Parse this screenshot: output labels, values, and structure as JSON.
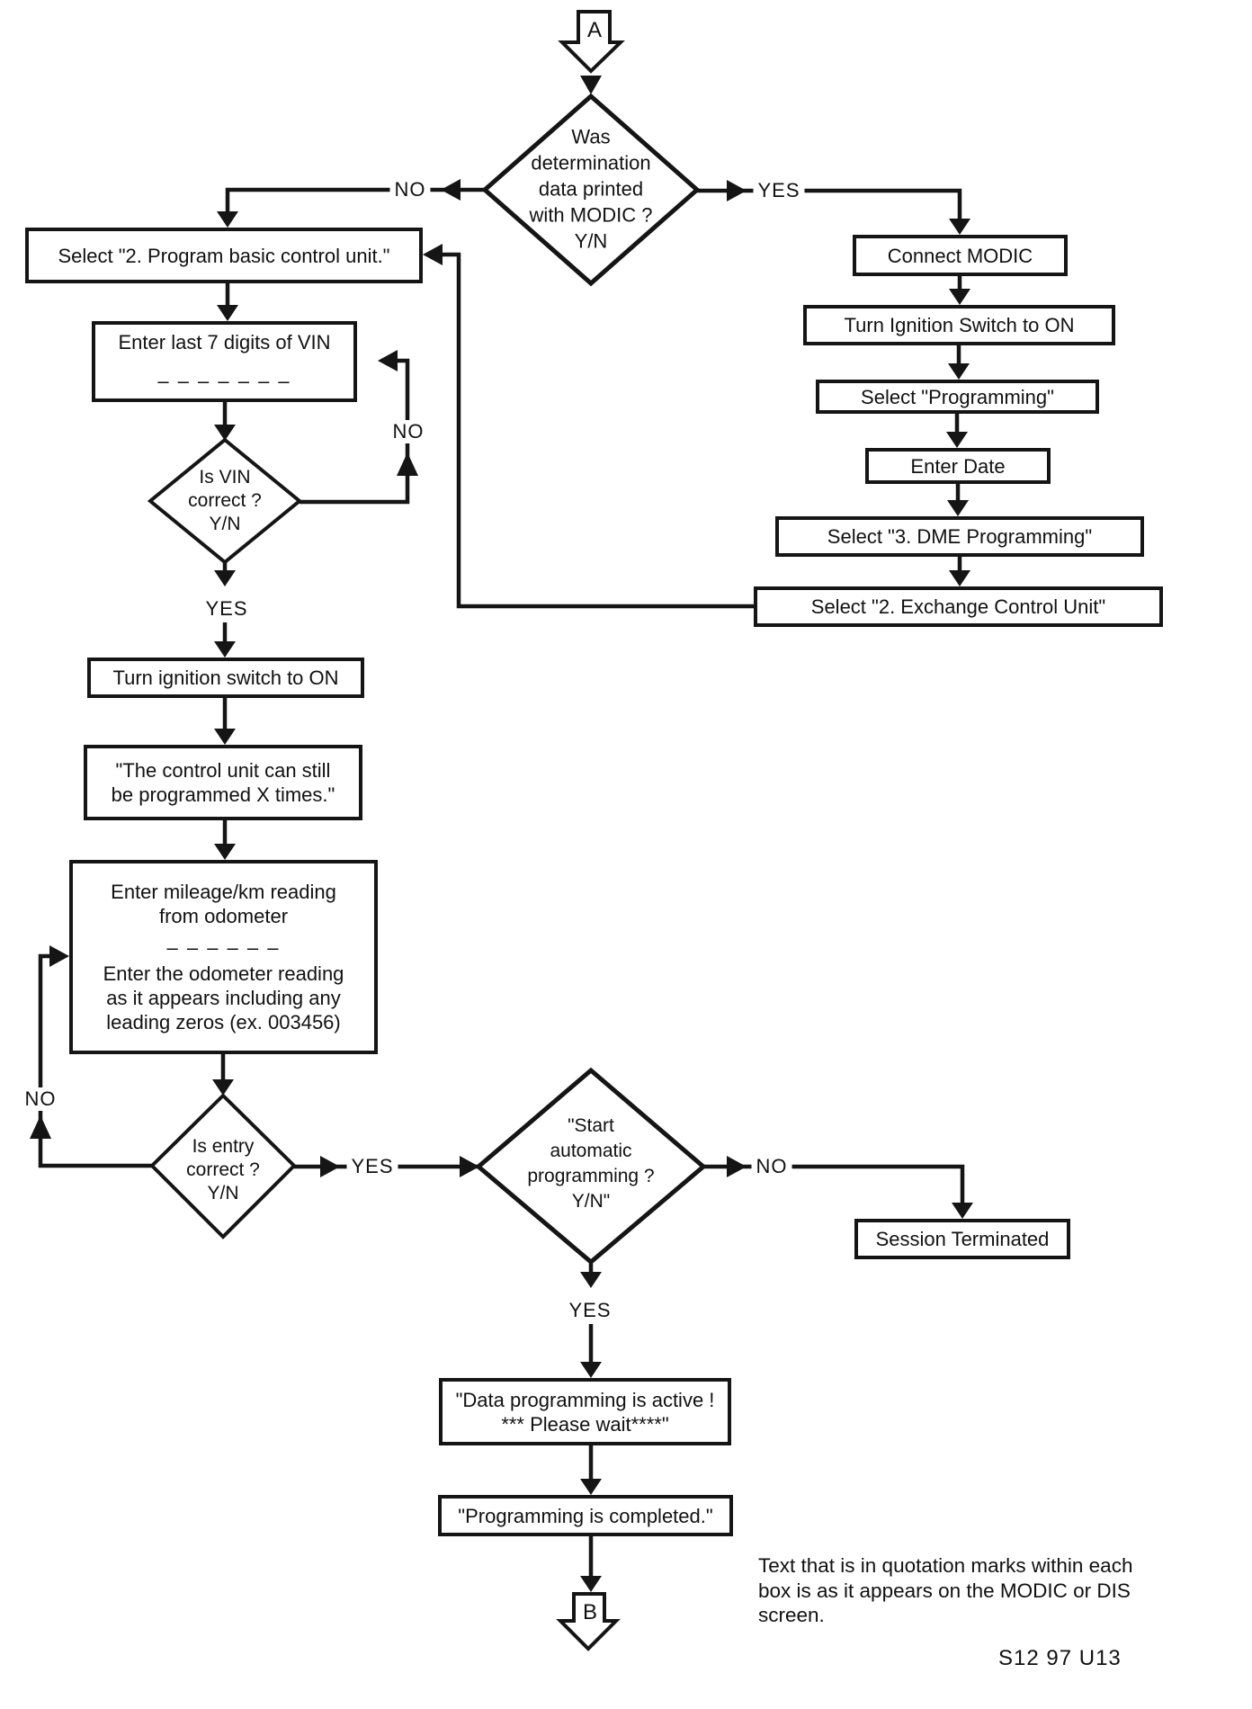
{
  "connector_a": "A",
  "connector_b": "B",
  "decisions": {
    "modic_printed": {
      "lines": [
        "Was",
        "determination",
        "data printed",
        "with MODIC ?",
        "Y/N"
      ]
    },
    "vin_correct": {
      "lines": [
        "Is VIN",
        "correct ?",
        "Y/N"
      ]
    },
    "entry_correct": {
      "lines": [
        "Is entry",
        "correct ?",
        "Y/N"
      ]
    },
    "start_programming": {
      "lines": [
        "\"Start",
        "automatic",
        "programming ?",
        "Y/N\""
      ]
    }
  },
  "boxes": {
    "program_basic": "Select \"2. Program basic control unit.\"",
    "enter_vin": {
      "lines": [
        "Enter last 7 digits of VIN",
        "– – – – – – –"
      ]
    },
    "ignition_on_left": "Turn ignition switch to ON",
    "control_unit_times": {
      "lines": [
        "\"The control unit can still",
        "be programmed X times.\""
      ]
    },
    "enter_mileage": {
      "lines": [
        "Enter mileage/km reading",
        "from odometer",
        "– – – – – –",
        "Enter the odometer reading",
        "as it appears including any",
        "leading zeros (ex. 003456)"
      ]
    },
    "connect_modic": "Connect MODIC",
    "ignition_on_right": "Turn Ignition Switch to ON",
    "select_programming": "Select \"Programming\"",
    "enter_date": "Enter Date",
    "select_dme": "Select \"3. DME Programming\"",
    "select_exchange": "Select \"2. Exchange Control Unit\"",
    "session_terminated": "Session Terminated",
    "data_active": {
      "lines": [
        "\"Data programming is active !",
        "*** Please wait****\""
      ]
    },
    "prog_completed": "\"Programming is completed.\""
  },
  "edge_labels": {
    "modic_no": "NO",
    "modic_yes": "YES",
    "vin_no": "NO",
    "vin_yes": "YES",
    "entry_no": "NO",
    "entry_yes": "YES",
    "start_no": "NO",
    "start_yes": "YES"
  },
  "note": {
    "lines": [
      "Text that is in quotation marks within each",
      "box is as it appears on the MODIC or DIS",
      "screen."
    ]
  },
  "doc_number": "S12 97 U13",
  "colors": {
    "ink": "#151515",
    "paper": "#ffffff"
  }
}
